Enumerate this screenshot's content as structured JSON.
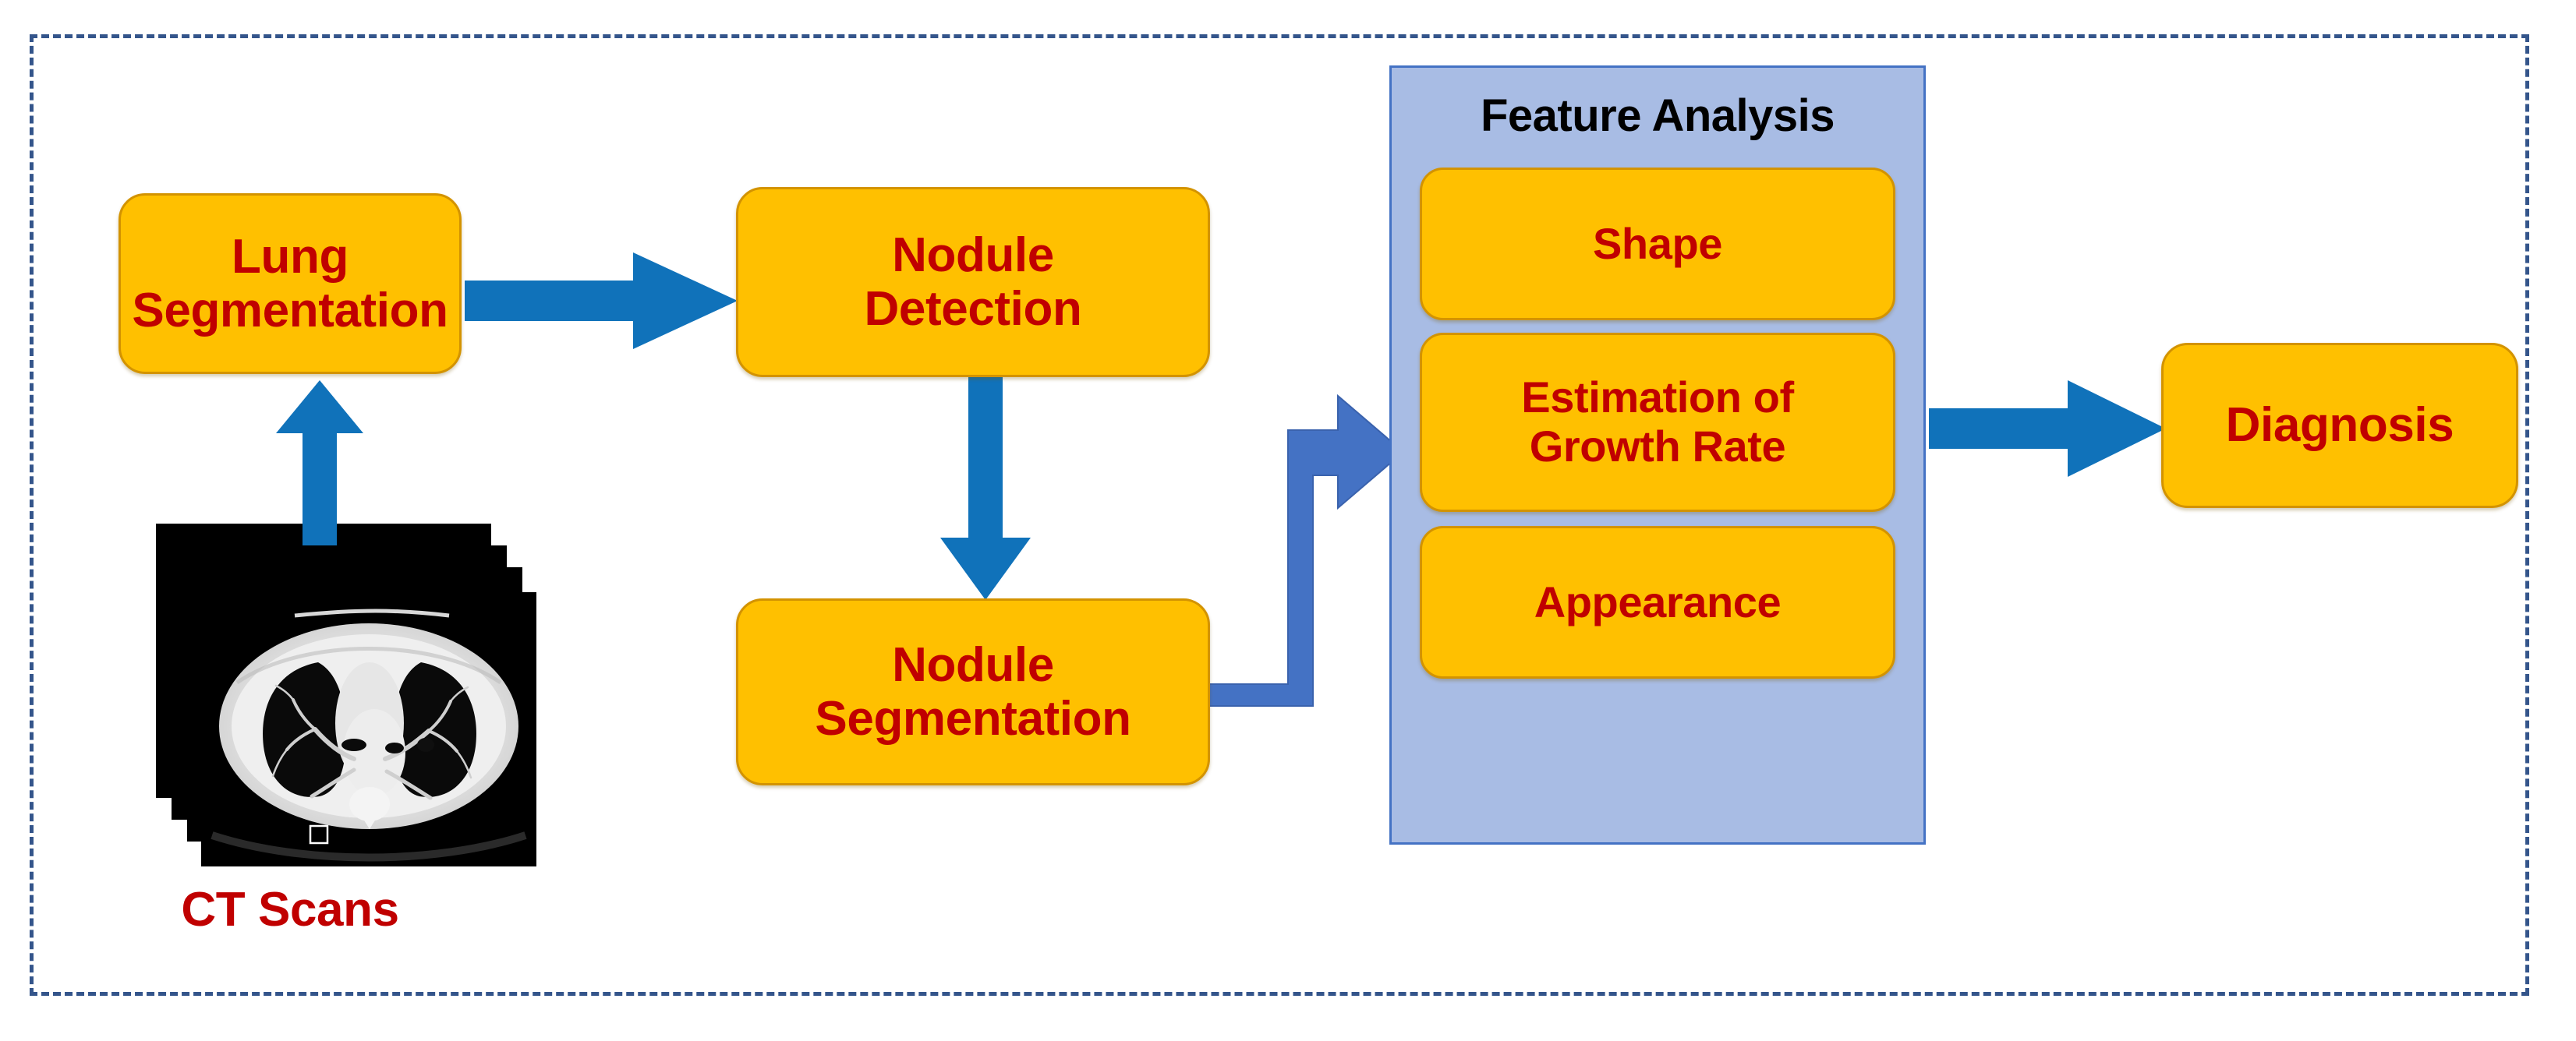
{
  "diagram": {
    "title": "Lung nodule CAD pipeline flowchart",
    "colors": {
      "node_fill": "#FFC000",
      "node_border": "#D39300",
      "node_text": "#C00000",
      "panel_fill": "#A8BCE4",
      "panel_border": "#4472C4",
      "arrow_primary": "#1072BA",
      "arrow_elbow": "#4472C4",
      "frame_dashed": "#34558B",
      "title_text": "#000000"
    }
  },
  "nodes": {
    "ct_scans_label": "CT Scans",
    "lung_segmentation": "Lung\nSegmentation",
    "nodule_detection": "Nodule\nDetection",
    "nodule_segmentation": "Nodule\nSegmentation",
    "diagnosis": "Diagnosis"
  },
  "feature_panel": {
    "title": "Feature Analysis",
    "items": [
      {
        "label": "Shape"
      },
      {
        "label": "Estimation of\nGrowth Rate"
      },
      {
        "label": "Appearance"
      }
    ]
  },
  "arrows": [
    {
      "name": "ct-scans-to-lung-segmentation",
      "direction": "up"
    },
    {
      "name": "lung-segmentation-to-nodule-detection",
      "direction": "right"
    },
    {
      "name": "nodule-detection-to-nodule-segmentation",
      "direction": "down"
    },
    {
      "name": "nodule-segmentation-to-feature-analysis",
      "direction": "right-elbow-up"
    },
    {
      "name": "feature-analysis-to-diagnosis",
      "direction": "right"
    }
  ],
  "ct_stack": {
    "slice_count": 4,
    "modality": "axial chest CT"
  }
}
